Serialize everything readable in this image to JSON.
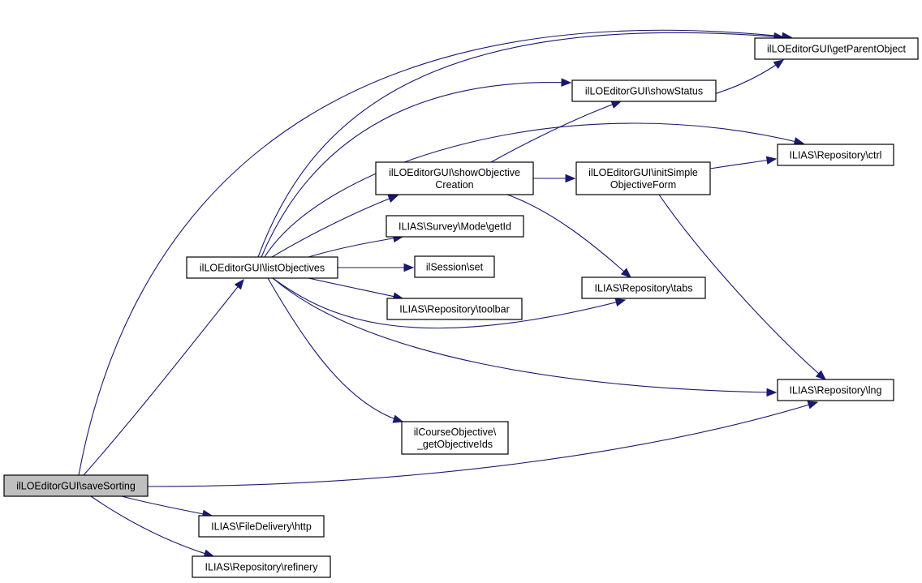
{
  "diagram": {
    "type": "call-graph",
    "colors": {
      "edge": "#191970",
      "root_fill": "#bfbfbf",
      "node_fill": "#ffffff",
      "node_border": "#000000"
    },
    "nodes": [
      {
        "id": "saveSorting",
        "lines": [
          "ilLOEditorGUI\\saveSorting"
        ],
        "root": true
      },
      {
        "id": "listObjectives",
        "lines": [
          "ilLOEditorGUI\\listObjectives"
        ]
      },
      {
        "id": "getParentObject",
        "lines": [
          "ilLOEditorGUI\\getParentObject"
        ]
      },
      {
        "id": "showStatus",
        "lines": [
          "ilLOEditorGUI\\showStatus"
        ]
      },
      {
        "id": "showObjectiveCreation",
        "lines": [
          "ilLOEditorGUI\\showObjective",
          "Creation"
        ]
      },
      {
        "id": "initSimpleObjectiveForm",
        "lines": [
          "ilLOEditorGUI\\initSimple",
          "ObjectiveForm"
        ]
      },
      {
        "id": "ctrl",
        "lines": [
          "ILIAS\\Repository\\ctrl"
        ]
      },
      {
        "id": "getId",
        "lines": [
          "ILIAS\\Survey\\Mode\\getId"
        ]
      },
      {
        "id": "sessionSet",
        "lines": [
          "ilSession\\set"
        ]
      },
      {
        "id": "tabs",
        "lines": [
          "ILIAS\\Repository\\tabs"
        ]
      },
      {
        "id": "toolbar",
        "lines": [
          "ILIAS\\Repository\\toolbar"
        ]
      },
      {
        "id": "lng",
        "lines": [
          "ILIAS\\Repository\\lng"
        ]
      },
      {
        "id": "getObjectiveIds",
        "lines": [
          "ilCourseObjective\\",
          "_getObjectiveIds"
        ]
      },
      {
        "id": "http",
        "lines": [
          "ILIAS\\FileDelivery\\http"
        ]
      },
      {
        "id": "refinery",
        "lines": [
          "ILIAS\\Repository\\refinery"
        ]
      }
    ],
    "edges": [
      {
        "from": "saveSorting",
        "to": "listObjectives"
      },
      {
        "from": "saveSorting",
        "to": "getParentObject"
      },
      {
        "from": "saveSorting",
        "to": "lng"
      },
      {
        "from": "saveSorting",
        "to": "http"
      },
      {
        "from": "saveSorting",
        "to": "refinery"
      },
      {
        "from": "listObjectives",
        "to": "getParentObject"
      },
      {
        "from": "listObjectives",
        "to": "showStatus"
      },
      {
        "from": "listObjectives",
        "to": "ctrl"
      },
      {
        "from": "listObjectives",
        "to": "showObjectiveCreation"
      },
      {
        "from": "listObjectives",
        "to": "getId"
      },
      {
        "from": "listObjectives",
        "to": "sessionSet"
      },
      {
        "from": "listObjectives",
        "to": "toolbar"
      },
      {
        "from": "listObjectives",
        "to": "tabs"
      },
      {
        "from": "listObjectives",
        "to": "lng"
      },
      {
        "from": "listObjectives",
        "to": "getObjectiveIds"
      },
      {
        "from": "showStatus",
        "to": "getParentObject"
      },
      {
        "from": "showObjectiveCreation",
        "to": "showStatus"
      },
      {
        "from": "showObjectiveCreation",
        "to": "initSimpleObjectiveForm"
      },
      {
        "from": "showObjectiveCreation",
        "to": "tabs"
      },
      {
        "from": "initSimpleObjectiveForm",
        "to": "ctrl"
      },
      {
        "from": "initSimpleObjectiveForm",
        "to": "lng"
      }
    ]
  }
}
